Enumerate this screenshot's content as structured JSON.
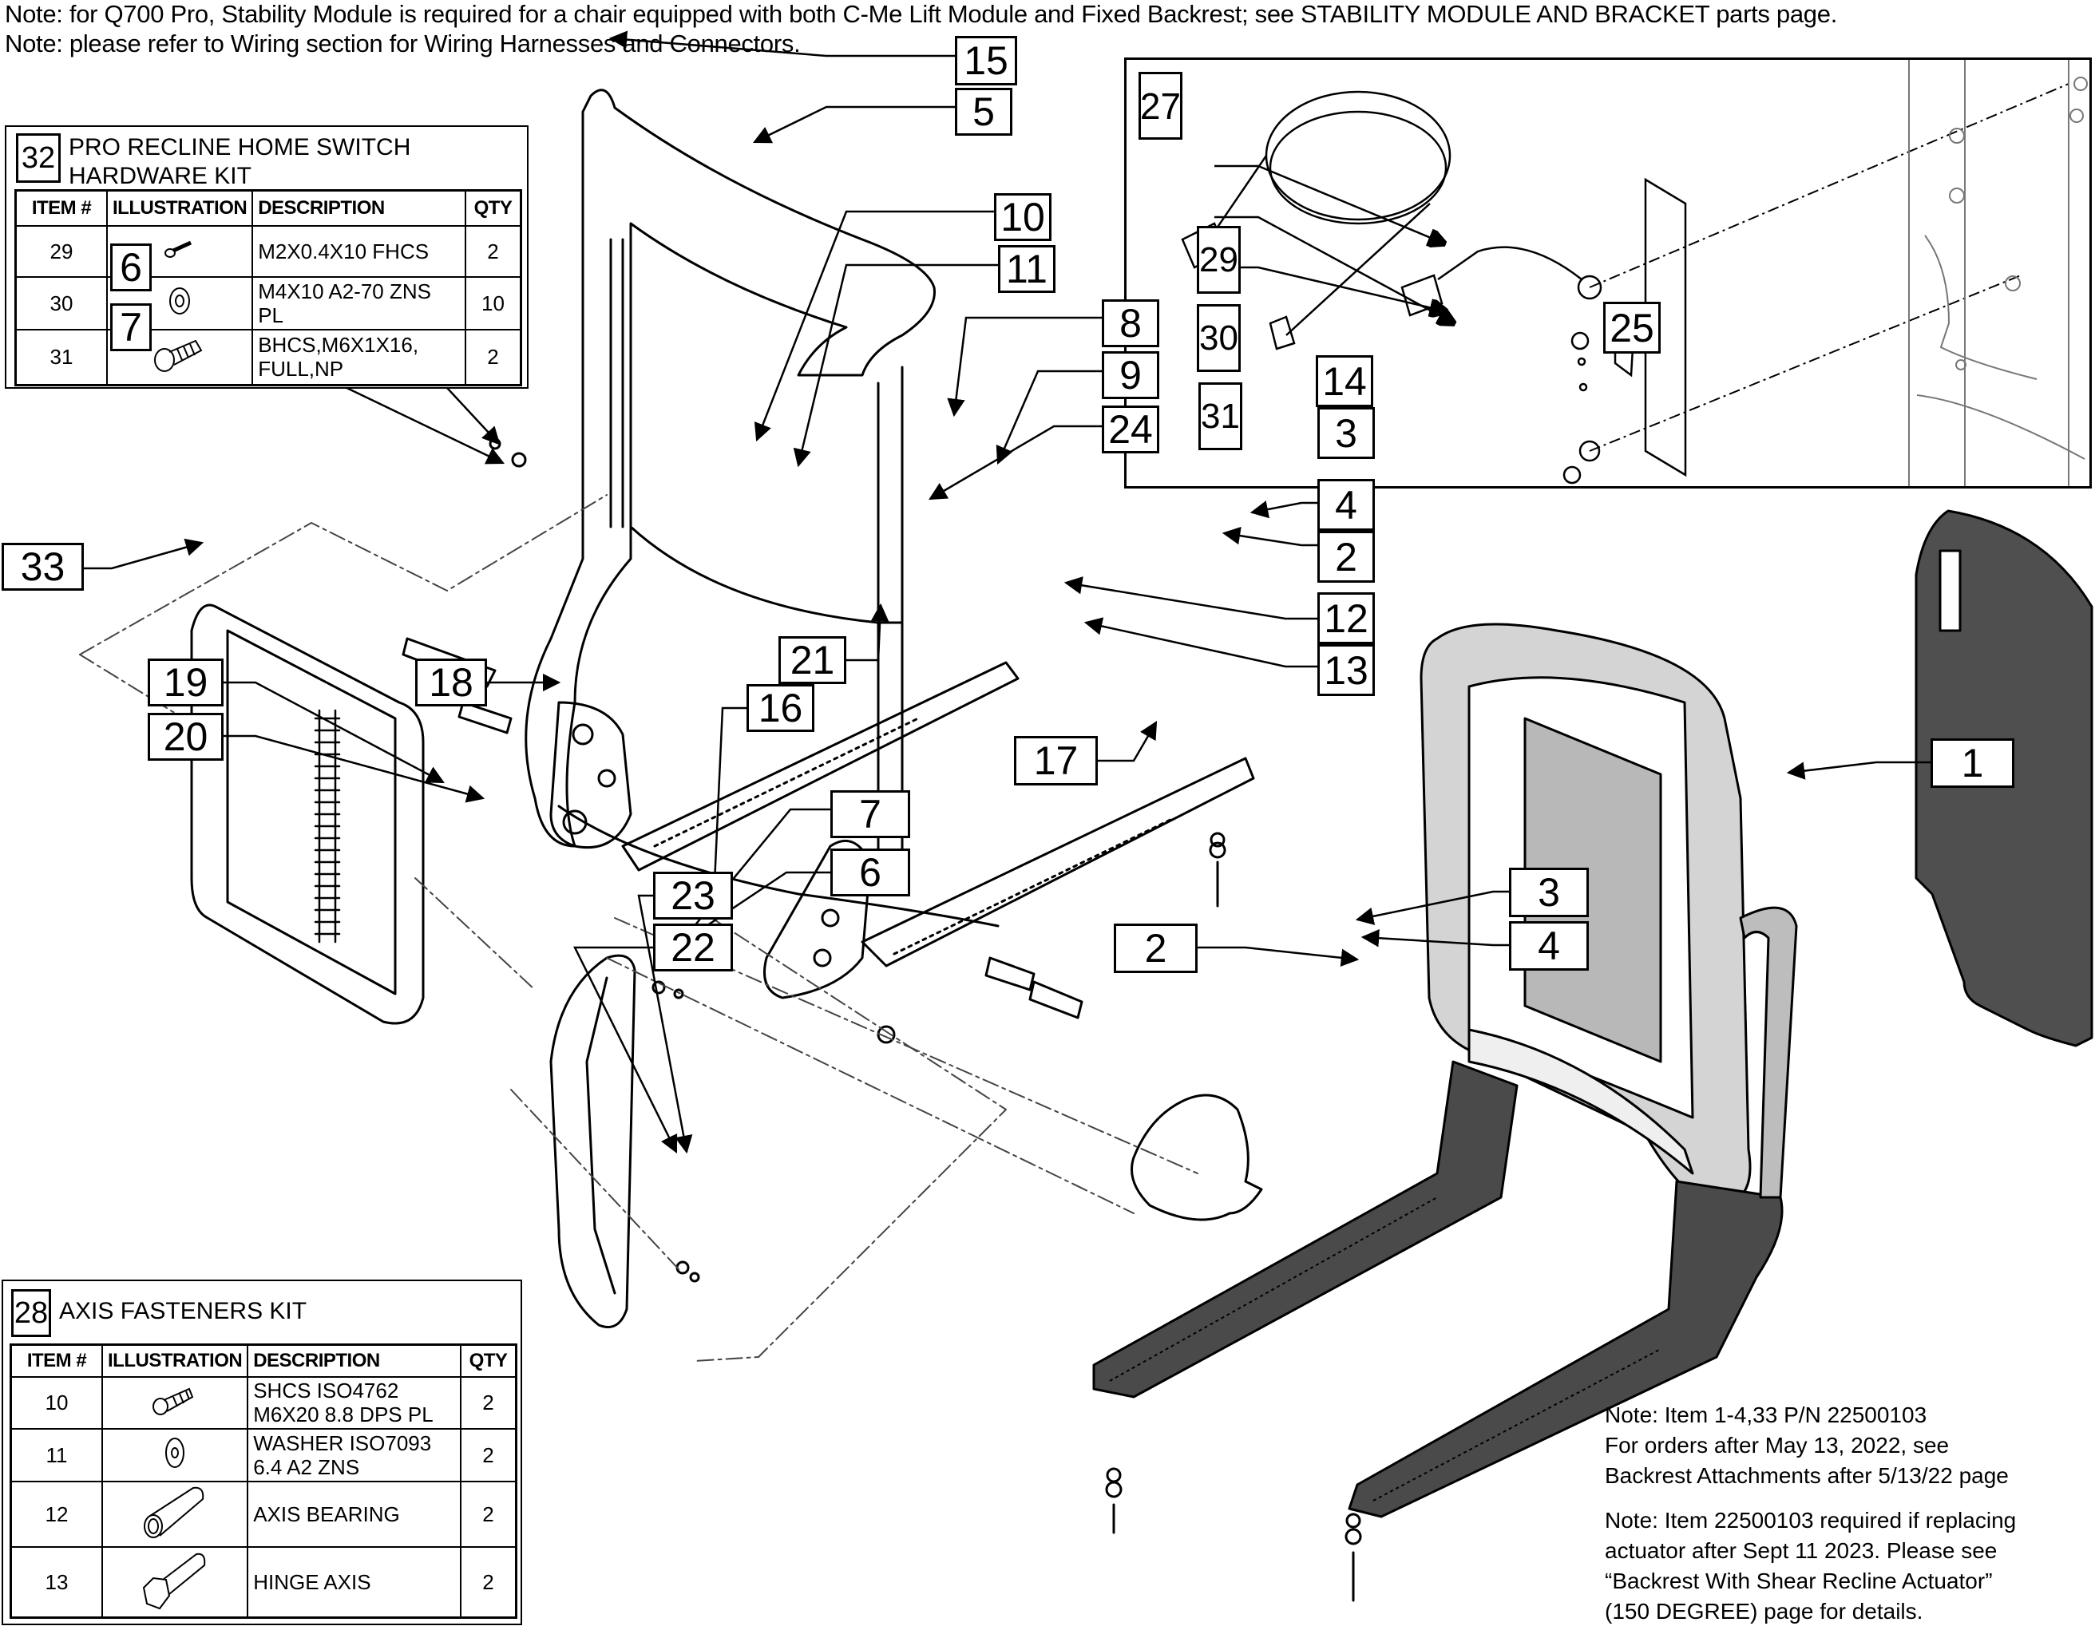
{
  "notes_top": [
    "Note: for Q700 Pro, Stability Module is required for a chair equipped with both C-Me Lift Module and  Fixed Backrest; see STABILITY MODULE AND BRACKET parts page.",
    "Note: please refer to Wiring section for Wiring Harnesses and Connectors."
  ],
  "callouts": {
    "c1": "1",
    "c2a": "2",
    "c2b": "2",
    "c3a": "3",
    "c3b": "3",
    "c4a": "4",
    "c4b": "4",
    "c5": "5",
    "c6a": "6",
    "c6b": "6",
    "c7a": "7",
    "c7b": "7",
    "c8": "8",
    "c9": "9",
    "c10": "10",
    "c11": "11",
    "c12": "12",
    "c13": "13",
    "c14": "14",
    "c15": "15",
    "c16": "16",
    "c17": "17",
    "c18": "18",
    "c19": "19",
    "c20": "20",
    "c21": "21",
    "c22": "22",
    "c23": "23",
    "c24": "24",
    "c25": "25",
    "c27": "27",
    "c29": "29",
    "c30": "30",
    "c31": "31",
    "c33": "33"
  },
  "kit32": {
    "number": "32",
    "title_line1": "PRO RECLINE HOME SWITCH",
    "title_line2": "HARDWARE KIT",
    "headers": [
      "ITEM #",
      "ILLUSTRATION",
      "DESCRIPTION",
      "QTY"
    ],
    "rows": [
      {
        "item": "29",
        "icon": "flat-head-screw-icon",
        "desc1": "M2X0.4X10 FHCS",
        "desc2": "",
        "qty": "2"
      },
      {
        "item": "30",
        "icon": "washer-icon",
        "desc1": "M4X10 A2-70 ZNS",
        "desc2": "PL",
        "qty": "10"
      },
      {
        "item": "31",
        "icon": "button-head-screw-icon",
        "desc1": "BHCS,M6X1X16,",
        "desc2": "FULL,NP",
        "qty": "2"
      }
    ]
  },
  "kit28": {
    "number": "28",
    "title": "AXIS FASTENERS KIT",
    "headers": [
      "ITEM #",
      "ILLUSTRATION",
      "DESCRIPTION",
      "QTY"
    ],
    "rows": [
      {
        "item": "10",
        "icon": "socket-head-screw-icon",
        "desc1": "SHCS ISO4762",
        "desc2": "M6X20 8.8 DPS PL",
        "qty": "2"
      },
      {
        "item": "11",
        "icon": "washer-icon",
        "desc1": "WASHER ISO7093",
        "desc2": "6.4 A2 ZNS",
        "qty": "2"
      },
      {
        "item": "12",
        "icon": "axis-bearing-icon",
        "desc1": "AXIS BEARING",
        "desc2": "",
        "qty": "2"
      },
      {
        "item": "13",
        "icon": "hinge-axis-icon",
        "desc1": "HINGE AXIS",
        "desc2": "",
        "qty": "2"
      }
    ]
  },
  "notes_bottom": {
    "line1": "Note: Item 1-4,33 P/N 22500103",
    "line2": "For orders after May 13, 2022, see",
    "line3": "Backrest Attachments after 5/13/22 page",
    "line4": "Note: Item 22500103 required if replacing",
    "line5": "actuator after Sept 11 2023. Please see",
    "line6": "“Backrest With Shear Recline Actuator”",
    "line7": "(150 DEGREE) page for details."
  }
}
